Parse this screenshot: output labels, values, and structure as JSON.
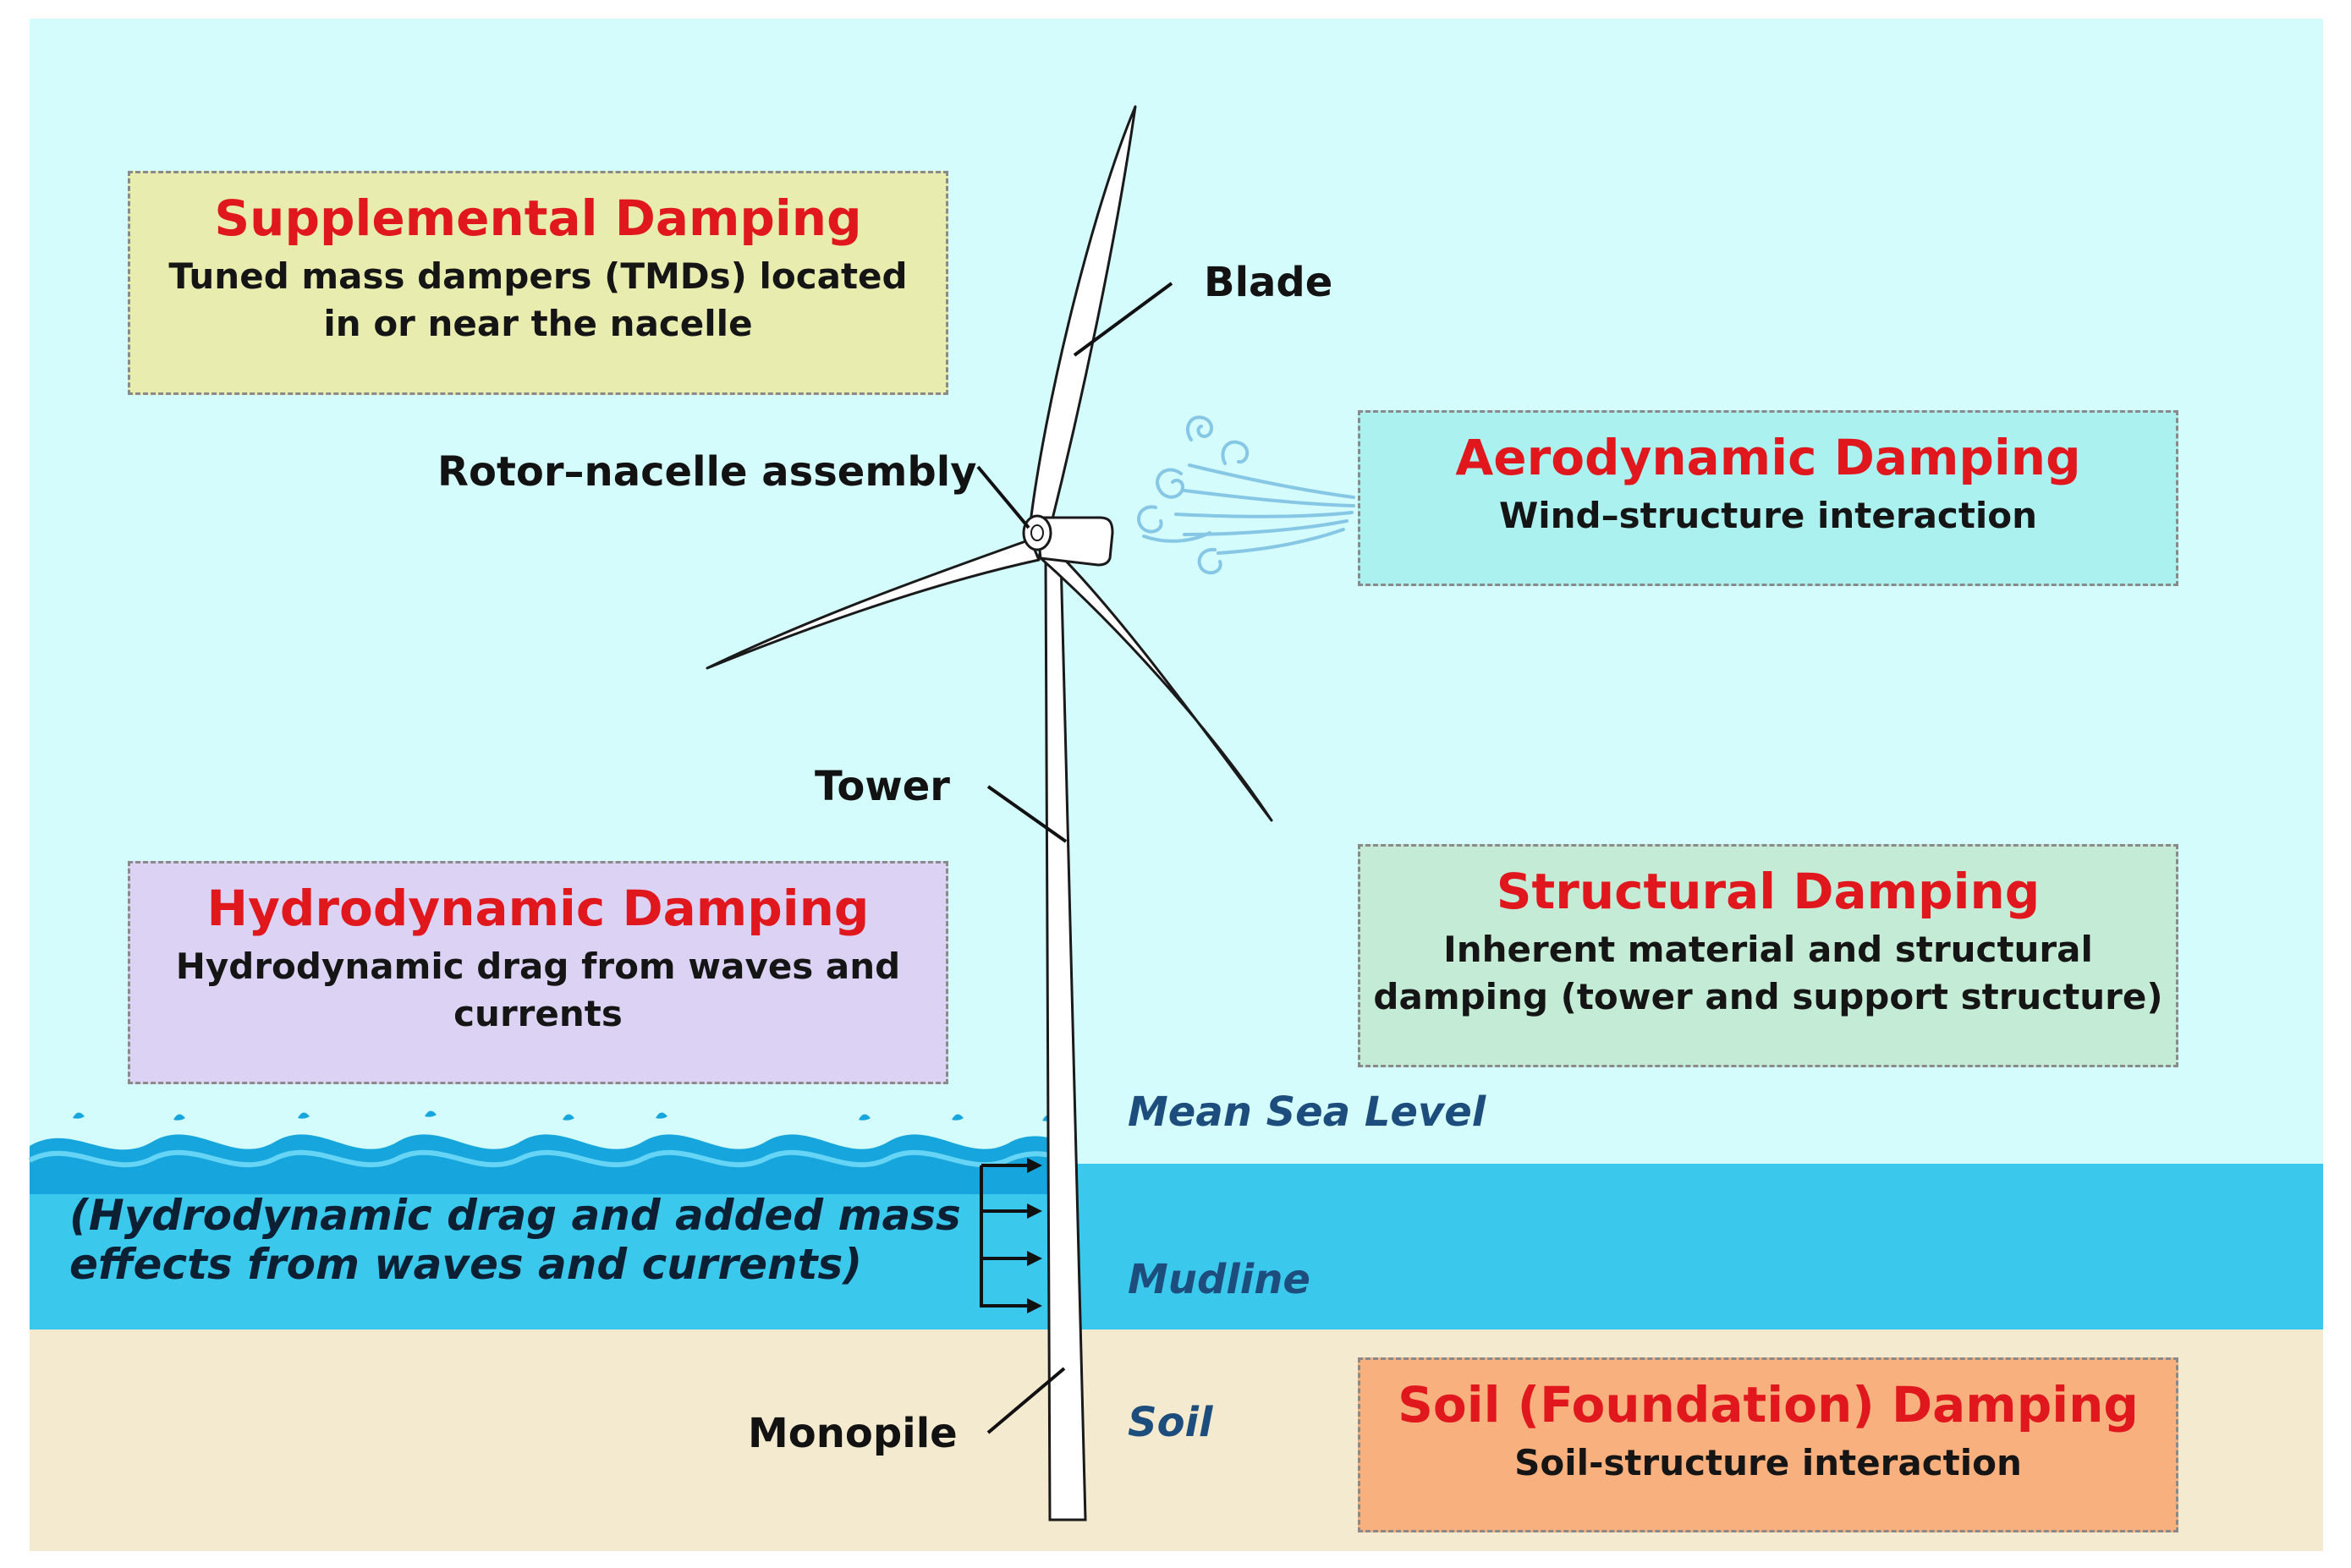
{
  "colors": {
    "sky": "#d4fcfc",
    "sea": "#3ac8ed",
    "wave": "#16a6dd",
    "soil": "#f4ead0",
    "damping_title": "#e0171d",
    "level_label": "#1d4d7c"
  },
  "boxes": {
    "supplemental": {
      "title": "Supplemental Damping",
      "line1": "Tuned mass dampers (TMDs) located",
      "line2": "in or near the nacelle",
      "color": "#e8ecae"
    },
    "aerodynamic": {
      "title": "Aerodynamic Damping",
      "line1": "Wind–structure interaction",
      "color": "#aaf1ef"
    },
    "hydrodynamic": {
      "title": "Hydrodynamic Damping",
      "line1": "Hydrodynamic drag from waves and",
      "line2": "currents",
      "color": "#dcd3f4"
    },
    "structural": {
      "title": "Structural Damping",
      "line1": "Inherent material and structural",
      "line2": "damping (tower and support structure)",
      "color": "#c4ebd5"
    },
    "soil": {
      "title": "Soil (Foundation) Damping",
      "line1": "Soil-structure interaction",
      "color": "#f8b07e"
    }
  },
  "labels": {
    "blade": "Blade",
    "rotor_nacelle": "Rotor–nacelle assembly",
    "tower": "Tower",
    "monopile": "Monopile"
  },
  "levels": {
    "mean_sea_level": "Mean Sea Level",
    "mudline": "Mudline",
    "soil": "Soil"
  },
  "water_note": {
    "line1": "(Hydrodynamic drag and added mass",
    "line2": "effects from waves and currents)"
  },
  "icons": {
    "wind": "wind-gust-icon",
    "waves": "waves-icon",
    "load_arrows": "arrow-right-icon"
  }
}
